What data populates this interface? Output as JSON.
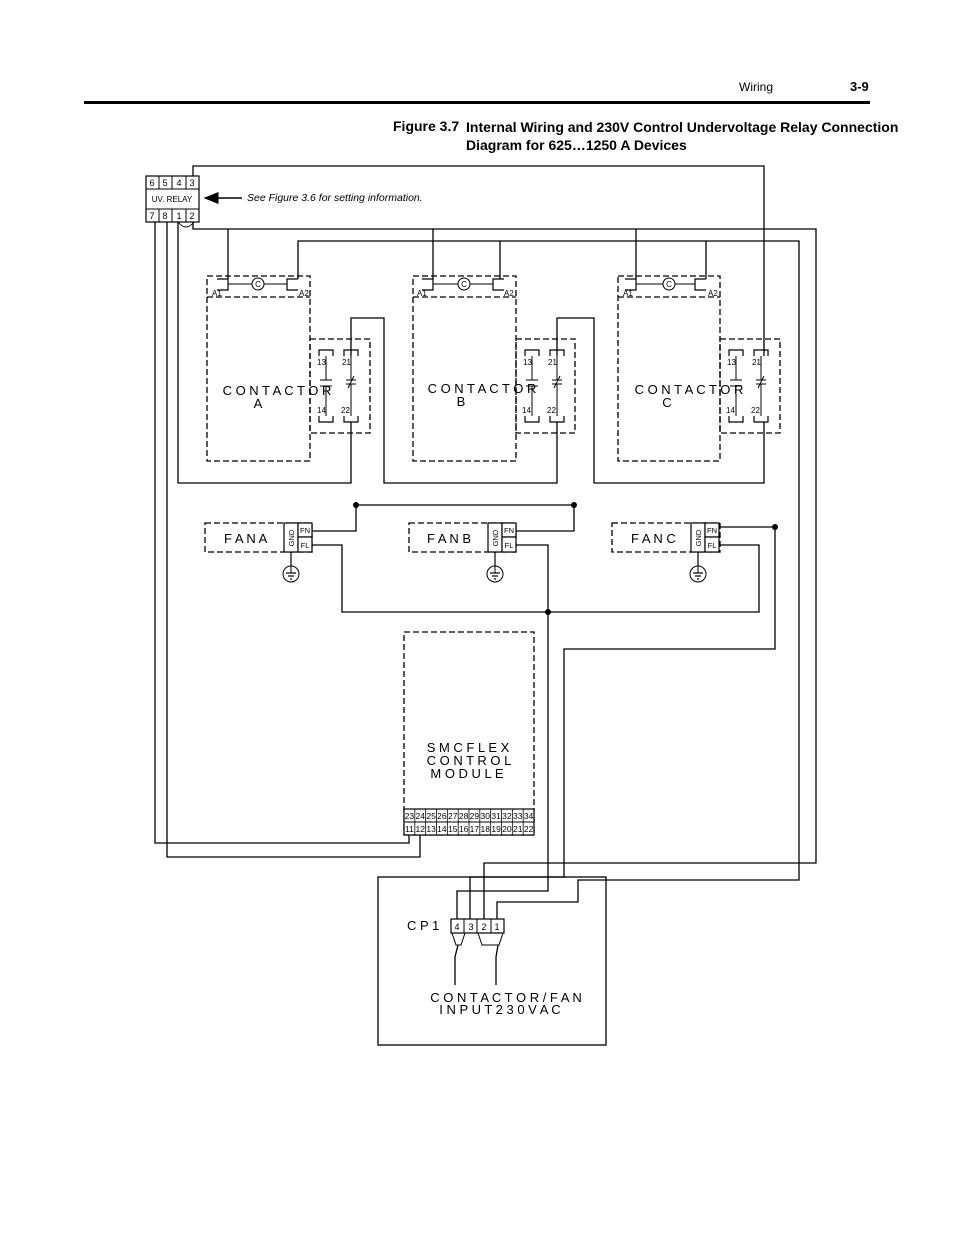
{
  "header": {
    "section": "Wiring",
    "page": "3-9"
  },
  "figure": {
    "number": "Figure 3.7",
    "title_line1": "Internal Wiring and 230V Control Undervoltage Relay Connection",
    "title_line2": "Diagram for 625…1250 A Devices"
  },
  "uv_relay": {
    "label": "UV. RELAY",
    "top_terminals": [
      "6",
      "5",
      "4",
      "3"
    ],
    "bottom_terminals": [
      "7",
      "8",
      "1",
      "2"
    ],
    "note": "See Figure 3.6 for setting information."
  },
  "contactors": [
    {
      "name_line1": "C O N T A C T O R",
      "name_line2": "A",
      "coil": "C",
      "a1": "A1",
      "a2": "A2",
      "aux": {
        "t13": "13",
        "t14": "14",
        "t21": "21",
        "t22": "22"
      }
    },
    {
      "name_line1": "C O N T A C T O R",
      "name_line2": "B",
      "coil": "C",
      "a1": "A1",
      "a2": "A2",
      "aux": {
        "t13": "13",
        "t14": "14",
        "t21": "21",
        "t22": "22"
      }
    },
    {
      "name_line1": "C O N T A C T O R",
      "name_line2": "C",
      "coil": "C",
      "a1": "A1",
      "a2": "A2",
      "aux": {
        "t13": "13",
        "t14": "14",
        "t21": "21",
        "t22": "22"
      }
    }
  ],
  "fans": [
    {
      "label": "F A N   A",
      "gnd": "GND",
      "fn": "FN",
      "fl": "FL"
    },
    {
      "label": "F A N   B",
      "gnd": "GND",
      "fn": "FN",
      "fl": "FL"
    },
    {
      "label": "F A N   C",
      "gnd": "GND",
      "fn": "FN",
      "fl": "FL"
    }
  ],
  "smc": {
    "line1": "S M C  F L E X",
    "line2": "C O N T R O L",
    "line3": "M O D U L E",
    "top_terminals": [
      "23",
      "24",
      "25",
      "26",
      "27",
      "28",
      "29",
      "30",
      "31",
      "32",
      "33",
      "34"
    ],
    "bottom_terminals": [
      "11",
      "12",
      "13",
      "14",
      "15",
      "16",
      "17",
      "18",
      "19",
      "20",
      "21",
      "22"
    ]
  },
  "cp1": {
    "label": "C P 1",
    "terminals": [
      "4",
      "3",
      "2",
      "1"
    ],
    "input_line1": "C O N T A C T O R / F A N",
    "input_line2": "I N P U T  2 3 0  V A C"
  },
  "colors": {
    "line": "#000000",
    "background": "#ffffff"
  }
}
